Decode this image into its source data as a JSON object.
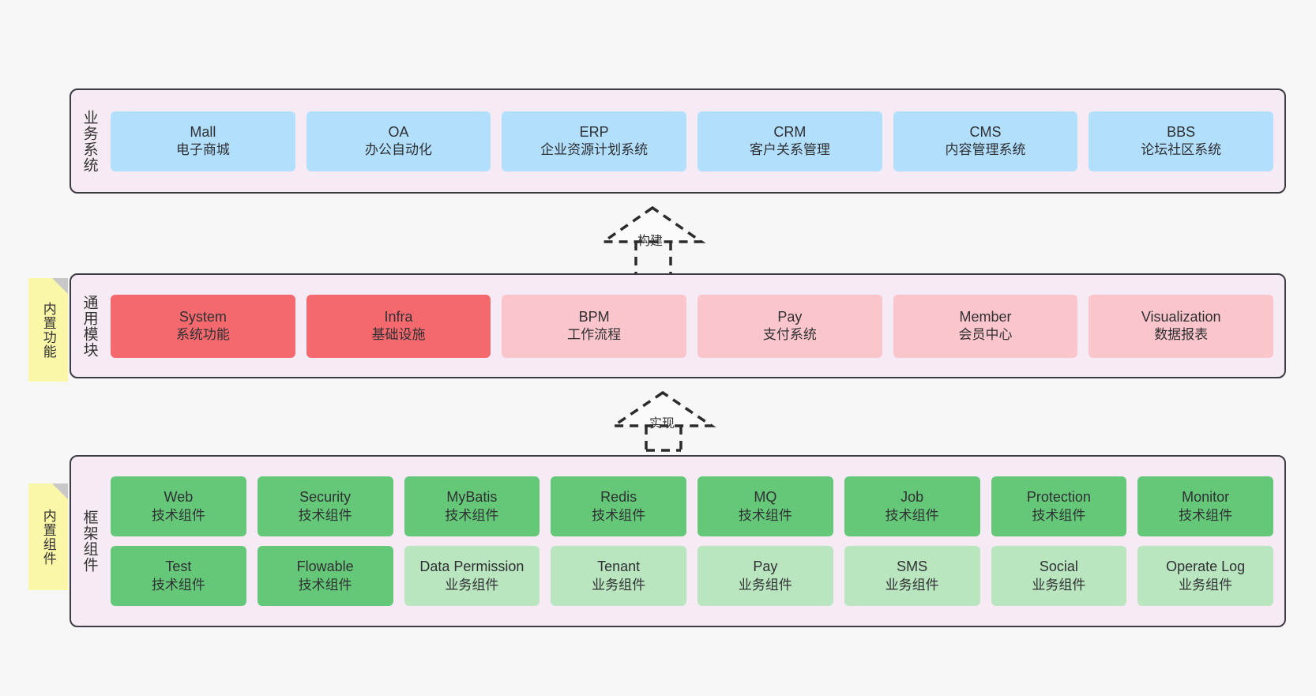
{
  "diagram": {
    "title": "framework-architecture-diagram",
    "background": "#f7f7f7",
    "colors": {
      "panel": "#f6eaf5",
      "panel_border": "#3b3b42",
      "blue": "#b2dffc",
      "red": "#f4696e",
      "pink": "#fbc5cc",
      "green": "#64c878",
      "light_green": "#b9e5bf",
      "sticky": "#fbf7a8",
      "arrow": "#2b2b2b"
    }
  },
  "layers": {
    "business": {
      "title": "业务系统",
      "cards": [
        {
          "en": "Mall",
          "cn": "电子商城"
        },
        {
          "en": "OA",
          "cn": "办公自动化"
        },
        {
          "en": "ERP",
          "cn": "企业资源计划系统"
        },
        {
          "en": "CRM",
          "cn": "客户关系管理"
        },
        {
          "en": "CMS",
          "cn": "内容管理系统"
        },
        {
          "en": "BBS",
          "cn": "论坛社区系统"
        }
      ]
    },
    "common": {
      "title": "通用模块",
      "sticky": "内置功能",
      "cards": [
        {
          "en": "System",
          "cn": "系统功能",
          "tone": "red"
        },
        {
          "en": "Infra",
          "cn": "基础设施",
          "tone": "red"
        },
        {
          "en": "BPM",
          "cn": "工作流程",
          "tone": "pink"
        },
        {
          "en": "Pay",
          "cn": "支付系统",
          "tone": "pink"
        },
        {
          "en": "Member",
          "cn": "会员中心",
          "tone": "pink"
        },
        {
          "en": "Visualization",
          "cn": "数据报表",
          "tone": "pink"
        }
      ]
    },
    "framework": {
      "title": "框架组件",
      "sticky": "内置组件",
      "row1": [
        {
          "en": "Web",
          "cn": "技术组件",
          "tone": "green"
        },
        {
          "en": "Security",
          "cn": "技术组件",
          "tone": "green"
        },
        {
          "en": "MyBatis",
          "cn": "技术组件",
          "tone": "green"
        },
        {
          "en": "Redis",
          "cn": "技术组件",
          "tone": "green"
        },
        {
          "en": "MQ",
          "cn": "技术组件",
          "tone": "green"
        },
        {
          "en": "Job",
          "cn": "技术组件",
          "tone": "green"
        },
        {
          "en": "Protection",
          "cn": "技术组件",
          "tone": "green"
        },
        {
          "en": "Monitor",
          "cn": "技术组件",
          "tone": "green"
        }
      ],
      "row2": [
        {
          "en": "Test",
          "cn": "技术组件",
          "tone": "green"
        },
        {
          "en": "Flowable",
          "cn": "技术组件",
          "tone": "green"
        },
        {
          "en": "Data Permission",
          "cn": "业务组件",
          "tone": "light-green"
        },
        {
          "en": "Tenant",
          "cn": "业务组件",
          "tone": "light-green"
        },
        {
          "en": "Pay",
          "cn": "业务组件",
          "tone": "light-green"
        },
        {
          "en": "SMS",
          "cn": "业务组件",
          "tone": "light-green"
        },
        {
          "en": "Social",
          "cn": "业务组件",
          "tone": "light-green"
        },
        {
          "en": "Operate Log",
          "cn": "业务组件",
          "tone": "light-green"
        }
      ]
    }
  },
  "connectors": [
    {
      "label": "构建"
    },
    {
      "label": "实现"
    }
  ]
}
